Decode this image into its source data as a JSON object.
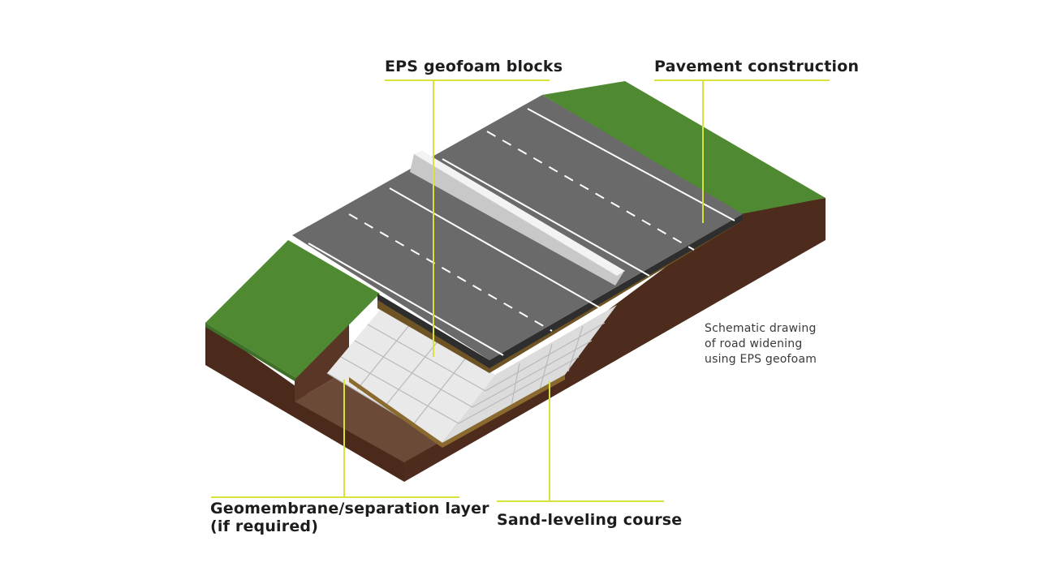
{
  "labels": {
    "eps_blocks": "EPS geofoam blocks",
    "pavement": "Pavement construction",
    "geomembrane_line1": "Geomembrane/separation layer",
    "geomembrane_line2": "(if required)",
    "sand": "Sand-leveling course"
  },
  "caption": {
    "line1": "Schematic drawing",
    "line2": "of road widening",
    "line3": "using EPS geofoam"
  },
  "colors": {
    "leader": "#d8e23c",
    "grass": "#4f8a32",
    "soil": "#4a2a1a",
    "asphalt": "#6a6a6a",
    "geofoam": "#efefef"
  }
}
